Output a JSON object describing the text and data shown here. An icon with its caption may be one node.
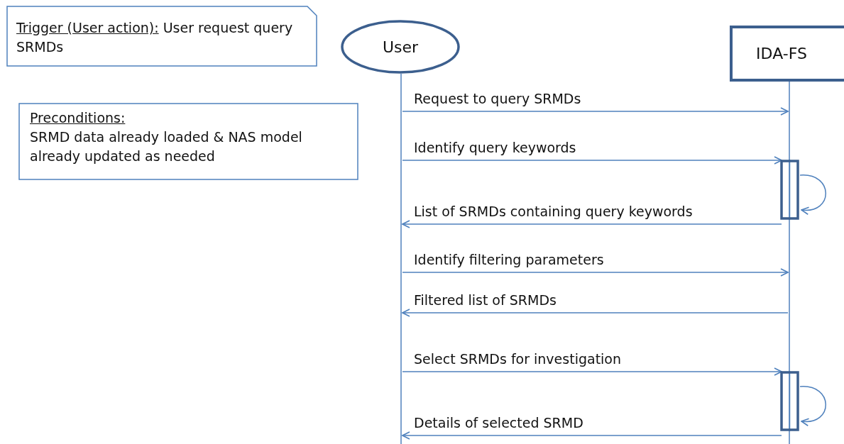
{
  "diagram": {
    "nodes": [
      {
        "text": [
          "Trigger (User action):",
          "User request query SRMDs"
        ]
      },
      {
        "text": [
          "Preconditions:",
          "SRMD data already loaded & NAS model already updated as needed"
        ]
      },
      {
        "text": [
          "User"
        ]
      },
      {
        "text": [
          "IDA-FS"
        ]
      },
      {
        "text": [],
        "shape": "line"
      },
      {
        "text": [],
        "shape": "line"
      },
      {
        "text": [],
        "shape": "bar"
      },
      {
        "text": [],
        "shape": "bar"
      }
    ],
    "edges": [
      {
        "from": 4,
        "to": 5,
        "arrow": "to",
        "label": "Request to query SRMDs"
      },
      {
        "from": 4,
        "to": 6,
        "arrow": "to",
        "label": "Identify query keywords"
      },
      {
        "from": 6,
        "to": 6,
        "arrow": "to"
      },
      {
        "from": 6,
        "to": 4,
        "arrow": "to",
        "label": "List of SRMDs containing query keywords"
      },
      {
        "from": 4,
        "to": 5,
        "arrow": "to",
        "label": "Identify filtering parameters"
      },
      {
        "from": 5,
        "to": 4,
        "arrow": "to",
        "label": "Filtered list of SRMDs"
      },
      {
        "from": 4,
        "to": 7,
        "arrow": "to",
        "label": "Select SRMDs for investigation"
      },
      {
        "from": 7,
        "to": 7,
        "arrow": "to"
      },
      {
        "from": 7,
        "to": 4,
        "arrow": "to",
        "label": "Details of selected SRMD"
      }
    ]
  }
}
